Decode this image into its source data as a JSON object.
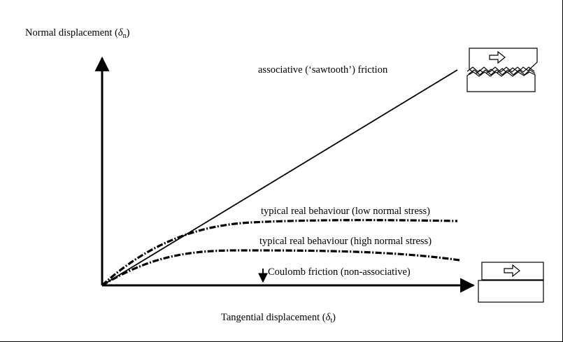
{
  "axes": {
    "y_label": {
      "text": "Normal displacement (",
      "symbol": "δ",
      "subscript": "n",
      "close": ")"
    },
    "x_label": {
      "text": "Tangential displacement (",
      "symbol": "δ",
      "subscript": "t",
      "close": ")"
    }
  },
  "curves": {
    "associative": "associative (‘sawtooth’) friction",
    "low_stress": "typical real behaviour (low normal stress)",
    "high_stress": "typical real behaviour (high normal stress)",
    "coulomb": "Coulomb friction (non-associative)"
  },
  "icons": {
    "sawtooth_block": "right-arrow-icon",
    "flat_block": "right-arrow-icon"
  }
}
